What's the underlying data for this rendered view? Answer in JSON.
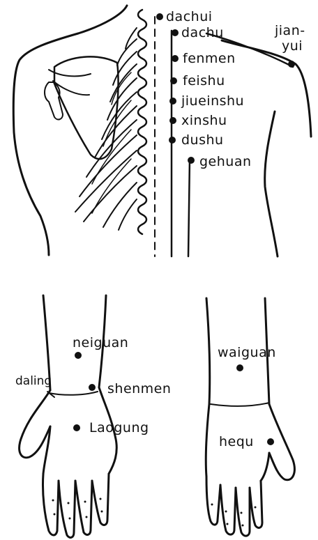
{
  "back_points": [
    {
      "id": "dachui",
      "label": "dachui"
    },
    {
      "id": "dachu",
      "label": "dachu"
    },
    {
      "id": "fenmen",
      "label": "fenmen"
    },
    {
      "id": "feishu",
      "label": "feishu"
    },
    {
      "id": "jiueinshu",
      "label": "jiueinshu"
    },
    {
      "id": "xinshu",
      "label": "xinshu"
    },
    {
      "id": "dushu",
      "label": "dushu"
    },
    {
      "id": "gehuan",
      "label": "gehuan"
    }
  ],
  "shoulder_point": {
    "line1": "jian-",
    "line2": "yui"
  },
  "palm_points": [
    {
      "id": "neiguan",
      "label": "neiguan"
    },
    {
      "id": "daling",
      "label": "daling"
    },
    {
      "id": "shenmen",
      "label": "shenmen"
    },
    {
      "id": "laogung",
      "label": "Laogung"
    }
  ],
  "back_hand_points": [
    {
      "id": "waiguan",
      "label": "waiguan"
    },
    {
      "id": "hequ",
      "label": "hequ"
    }
  ]
}
